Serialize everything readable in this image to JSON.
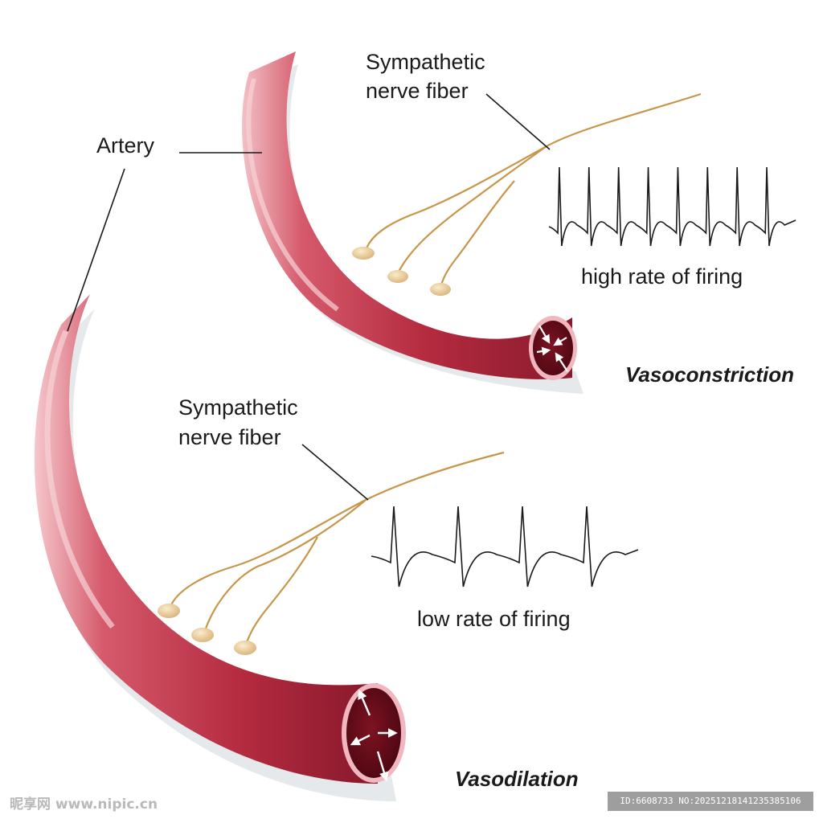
{
  "labels": {
    "artery": "Artery",
    "top_fiber_line1": "Sympathetic",
    "top_fiber_line2": "nerve fiber",
    "bottom_fiber_line1": "Sympathetic",
    "bottom_fiber_line2": "nerve fiber",
    "high_rate": "high rate of firing",
    "low_rate": "low rate of firing"
  },
  "titles": {
    "top": "Vasoconstriction",
    "bottom": "Vasodilation"
  },
  "watermark": {
    "site": "昵享网 www.nipic.cn",
    "id_text": "ID:6608733 NO:20251218141235385106"
  },
  "firing": {
    "high": {
      "spikes": 8
    },
    "low": {
      "spikes": 4
    }
  },
  "colors": {
    "artery_main": "#b52b40",
    "artery_dark": "#7a1424",
    "artery_light": "#e58b97",
    "lumen": "#6a0f1c",
    "nerve": "#c8964a",
    "synapse": "#f1d6a3"
  }
}
